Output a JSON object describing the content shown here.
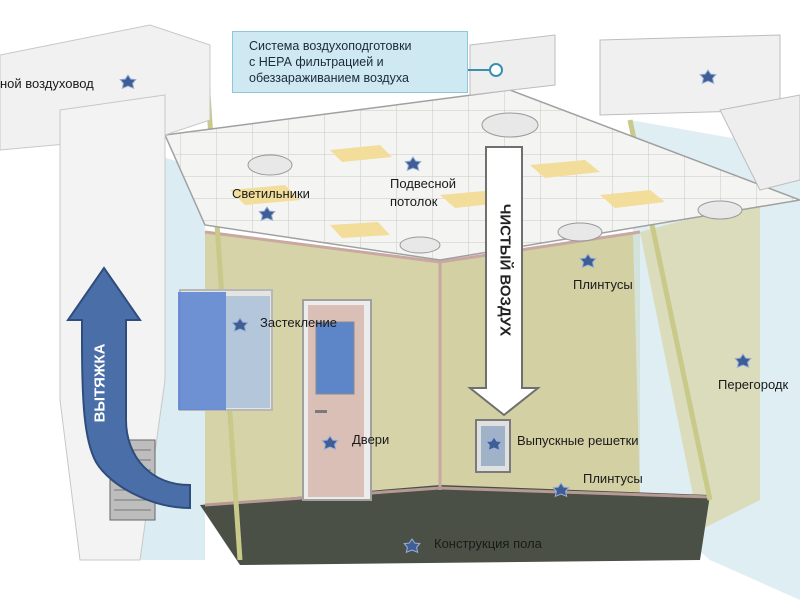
{
  "callout": {
    "lines": [
      "Система воздухоподготовки",
      "с НЕРА фильтрацией и",
      "обеззараживанием воздуха"
    ],
    "accent": "#cfe9f3"
  },
  "arrows": {
    "clean_air": "ЧИСТЫЙ ВОЗДУХ",
    "exhaust": "ВЫТЯЖКА"
  },
  "labels": {
    "duct": "ной воздуховод",
    "lights": "Светильники",
    "ceiling_1": "Подвесной",
    "ceiling_2": "потолок",
    "skirting_top": "Плинтусы",
    "glazing": "Застекление",
    "doors": "Двери",
    "outlet_grilles": "Выпускные решетки",
    "skirting_bottom": "Плинтусы",
    "partitions": "Перегородк",
    "floor": "Конструкция пола"
  },
  "colors": {
    "wall": "#d6d3a8",
    "floor": "#4a5045",
    "marker": "#3f5e95",
    "arrow_blue": "#4a6fa8",
    "glass": "#cfe6ee"
  }
}
